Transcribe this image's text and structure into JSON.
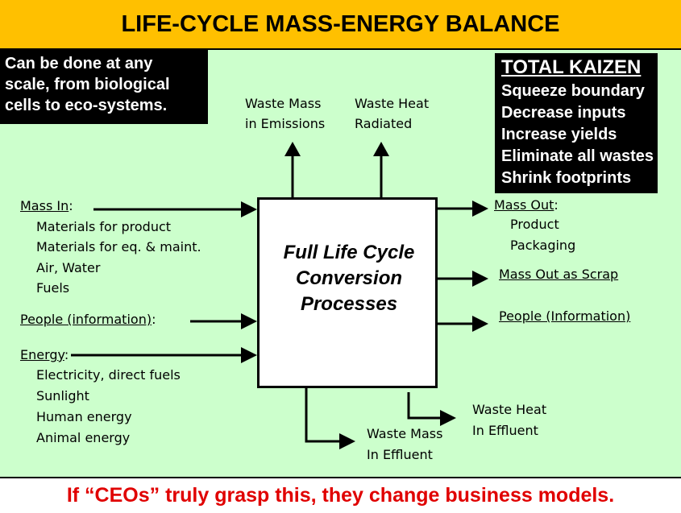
{
  "title": "LIFE-CYCLE MASS-ENERGY BALANCE",
  "scale_note": [
    "Can be done at any",
    "scale, from biological",
    "cells to eco-systems."
  ],
  "kaizen": {
    "heading": "TOTAL KAIZEN",
    "items": [
      "Squeeze boundary",
      "Decrease inputs",
      "Increase yields",
      "Eliminate all wastes",
      "Shrink footprints"
    ]
  },
  "center": [
    "Full Life Cycle",
    "Conversion",
    "Processes"
  ],
  "top_outputs": {
    "emissions": [
      "Waste Mass",
      "in Emissions"
    ],
    "radiated": [
      "Waste Heat",
      "Radiated"
    ]
  },
  "inputs": {
    "mass_in": {
      "label": "Mass In",
      "items": [
        "Materials for product",
        "Materials for eq. & maint.",
        "Air, Water",
        "Fuels"
      ]
    },
    "people": {
      "label": "People (information)"
    },
    "energy": {
      "label": "Energy",
      "items": [
        "Electricity, direct fuels",
        "Sunlight",
        "Human energy",
        "Animal energy"
      ]
    }
  },
  "outputs": {
    "mass_out": {
      "label": "Mass Out",
      "items": [
        "Product",
        "Packaging"
      ]
    },
    "scrap": "Mass Out as Scrap",
    "people": "People (Information)"
  },
  "bottom_outputs": {
    "mass_effluent": [
      "Waste Mass",
      "In Effluent"
    ],
    "heat_effluent": [
      "Waste Heat",
      "In Effluent"
    ]
  },
  "footer": "If “CEOs” truly grasp this, they change business models.",
  "colors": {
    "title_bg": "#FFC000",
    "body_bg": "#CCFFCC",
    "footer_text": "#E00000"
  }
}
